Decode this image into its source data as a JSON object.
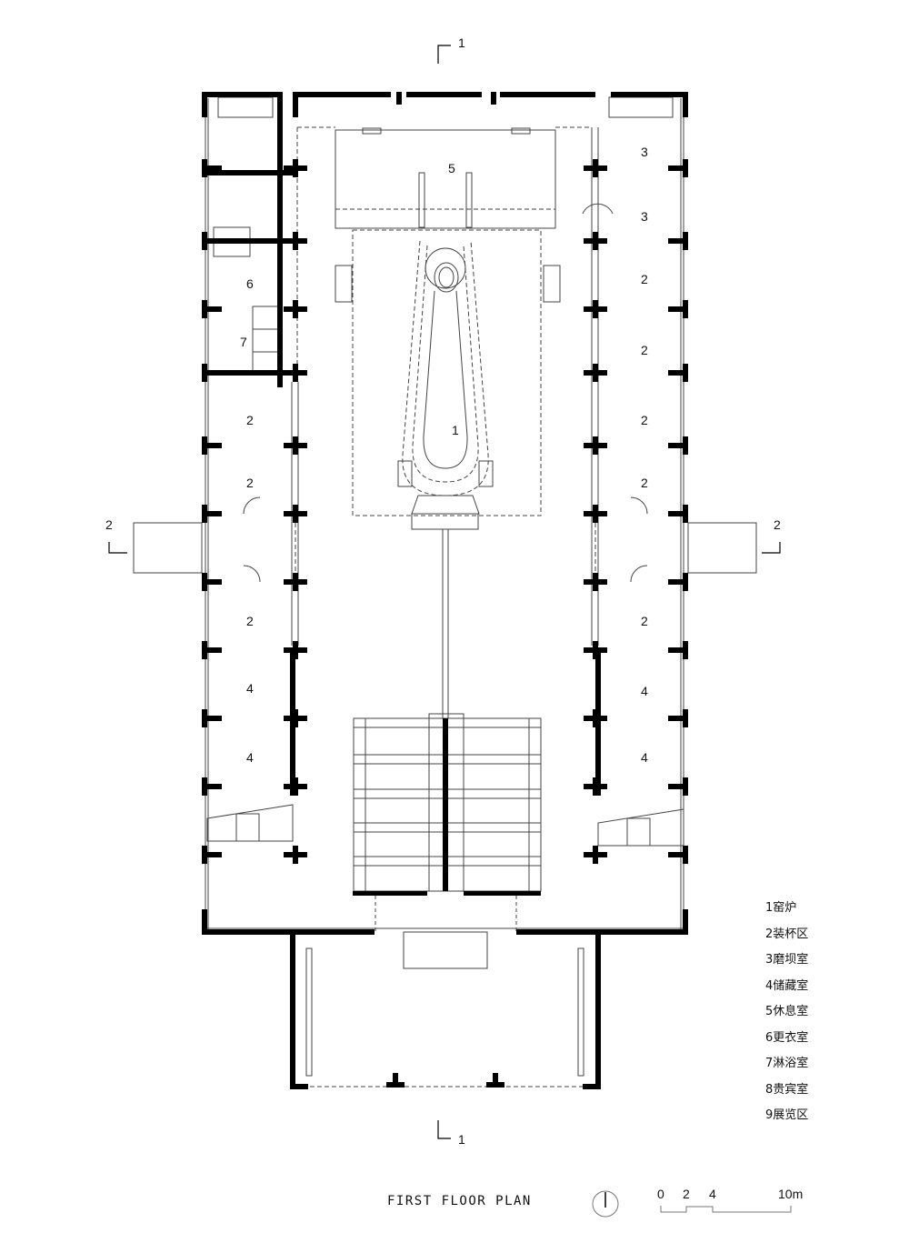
{
  "section_marks": {
    "top": "1",
    "bottom": "1",
    "left": "2",
    "right": "2"
  },
  "rooms": {
    "kiln": "1",
    "lounge": "5",
    "changing": "6",
    "shower": "7",
    "left": [
      "2",
      "2",
      "2",
      "4",
      "4"
    ],
    "right": [
      "3",
      "3",
      "2",
      "2",
      "2",
      "2",
      "2",
      "4",
      "4"
    ]
  },
  "legend": [
    "1窑炉",
    "2装杯区",
    "3磨坝室",
    "4储藏室",
    "5休息室",
    "6更衣室",
    "7淋浴室",
    "8贵宾室",
    "9展览区"
  ],
  "title": "FIRST FLOOR PLAN",
  "scale": {
    "labels": [
      "0",
      "2",
      "4",
      "10m"
    ]
  },
  "colors": {
    "wall": "#000000",
    "line": "#333333"
  }
}
